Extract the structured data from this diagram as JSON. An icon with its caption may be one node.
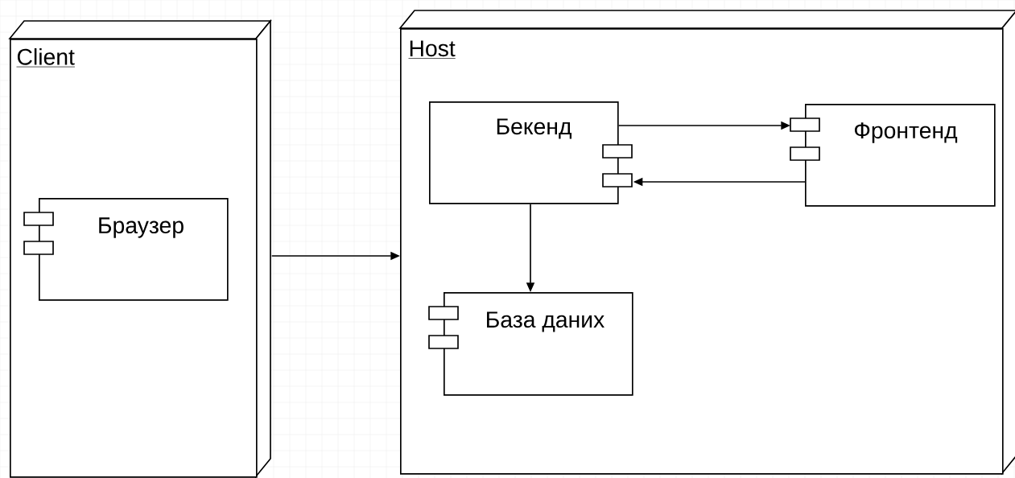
{
  "diagram": {
    "nodes": [
      {
        "text": [
          "Client"
        ]
      },
      {
        "text": [
          "Браузер"
        ],
        "in": 0
      },
      {
        "text": [
          "Host"
        ]
      },
      {
        "text": [
          "Бекенд"
        ],
        "in": 2
      },
      {
        "text": [
          "Фронтенд"
        ],
        "in": 2
      },
      {
        "text": [
          "База даних"
        ],
        "in": 2
      }
    ],
    "edges": [
      {
        "from": 0,
        "to": 2,
        "arrow": "to"
      },
      {
        "from": 3,
        "to": 4,
        "arrow": "to"
      },
      {
        "from": 4,
        "to": 3,
        "arrow": "to"
      },
      {
        "from": 3,
        "to": 5,
        "arrow": "to"
      }
    ]
  }
}
